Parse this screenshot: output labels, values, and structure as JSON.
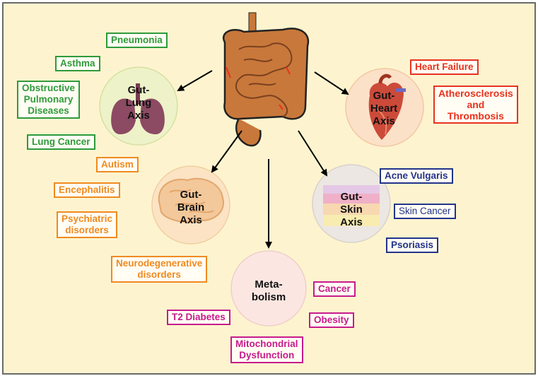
{
  "axes": {
    "lung": "Gut-\nLung\nAxis",
    "heart": "Gut-\nHeart\nAxis",
    "brain": "Gut-\nBrain\nAxis",
    "skin": "Gut-\nSkin\nAxis",
    "metabolism": "Meta-\nbolism"
  },
  "lung_diseases": [
    "Pneumonia",
    "Asthma",
    "Obstructive\nPulmonary\nDiseases",
    "Lung Cancer"
  ],
  "heart_diseases": [
    "Heart Failure",
    "Atherosclerosis\nand\nThrombosis"
  ],
  "brain_diseases": [
    "Autism",
    "Encephalitis",
    "Psychiatric\ndisorders",
    "Neurodegenerative\ndisorders"
  ],
  "skin_diseases": [
    "Acne Vulgaris",
    "Skin Cancer",
    "Psoriasis"
  ],
  "metabolism_diseases": [
    "Cancer",
    "T2 Diabetes",
    "Obesity",
    "Mitochondrial\nDysfunction"
  ],
  "colors": {
    "background": "#fdf4cf",
    "lung": "#2e9a3a",
    "heart": "#e8321e",
    "brain": "#f08a20",
    "skin": "#23338a",
    "metabolism": "#c81a8c",
    "intestine": "#c8783a"
  },
  "icons": [
    "intestine-illustration",
    "lungs-illustration",
    "heart-illustration",
    "brain-illustration",
    "skin-layers-illustration"
  ]
}
